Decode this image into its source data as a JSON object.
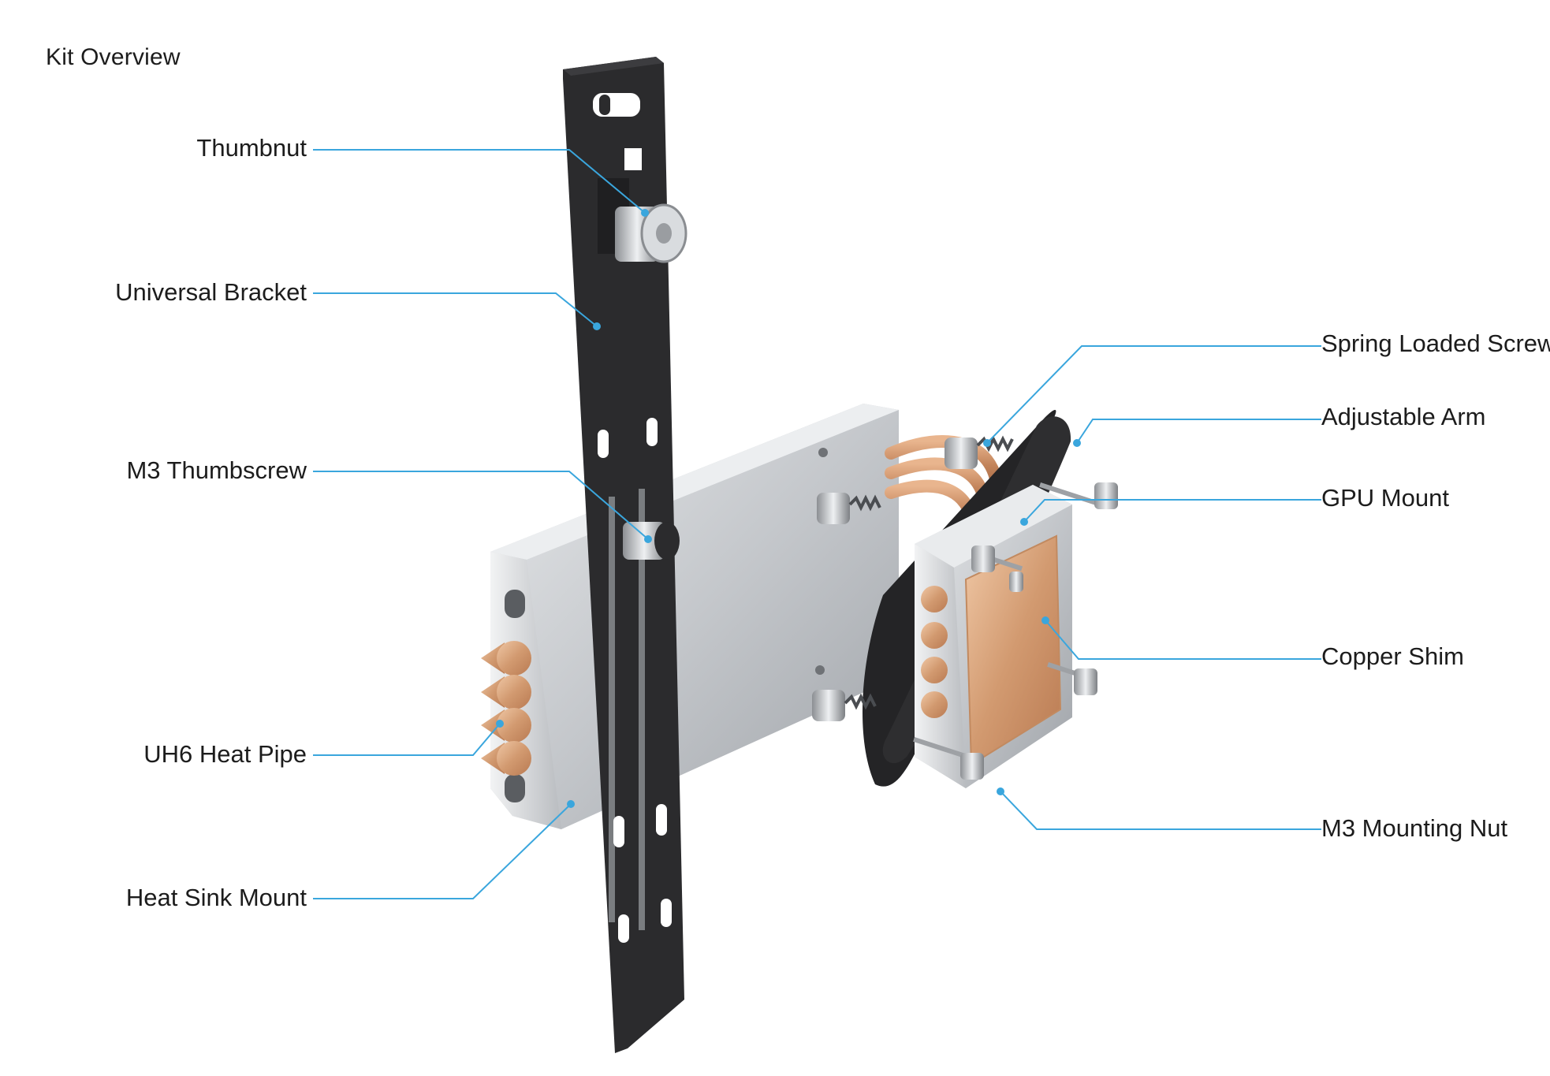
{
  "page": {
    "title": "Kit Overview"
  },
  "colors": {
    "leader": "#3aa6dd",
    "bracket": "#2b2b2d",
    "aluminum": "#c9ccd0",
    "copper": "#d9a57f",
    "text": "#1c1c1c"
  },
  "labels_left": [
    {
      "id": "thumbnut",
      "text": "Thumbnut"
    },
    {
      "id": "universal-bracket",
      "text": "Universal Bracket"
    },
    {
      "id": "m3-thumbscrew",
      "text": "M3 Thumbscrew"
    },
    {
      "id": "uh6-heat-pipe",
      "text": "UH6 Heat Pipe"
    },
    {
      "id": "heat-sink-mount",
      "text": "Heat Sink Mount"
    }
  ],
  "labels_right": [
    {
      "id": "spring-loaded-screw",
      "text": "Spring Loaded Screw"
    },
    {
      "id": "adjustable-arm",
      "text": "Adjustable Arm"
    },
    {
      "id": "gpu-mount",
      "text": "GPU Mount"
    },
    {
      "id": "copper-shim",
      "text": "Copper Shim"
    },
    {
      "id": "m3-mounting-nut",
      "text": "M3 Mounting Nut"
    }
  ]
}
